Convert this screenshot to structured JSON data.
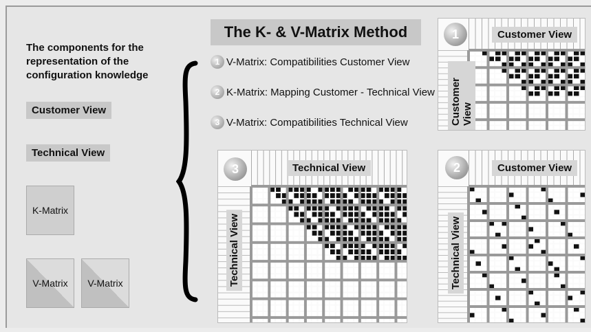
{
  "title": "The K- & V-Matrix Method",
  "intro": {
    "heading": "The components for the representation of the configuration knowledge"
  },
  "components": {
    "customer_view": "Customer View",
    "technical_view": "Technical View",
    "k_matrix": "K-Matrix",
    "v_matrix_1": "V-Matrix",
    "v_matrix_2": "V-Matrix"
  },
  "steps": [
    {
      "number": "1",
      "label": "V-Matrix: Compatibilities Customer View"
    },
    {
      "number": "2",
      "label": "K-Matrix: Mapping Customer - Technical View"
    },
    {
      "number": "3",
      "label": "V-Matrix: Compatibilities Technical View"
    }
  ],
  "panels": {
    "p1": {
      "number": "1",
      "top_label": "Customer View",
      "side_label": "Customer View"
    },
    "p2": {
      "number": "2",
      "top_label": "Customer View",
      "side_label": "Technical View"
    },
    "p3": {
      "number": "3",
      "top_label": "Technical View",
      "side_label": "Technical View"
    }
  },
  "colors": {
    "background": "#e6e6e6",
    "label_fill": "#c8c8c8",
    "matrix_fill": "#111111"
  }
}
